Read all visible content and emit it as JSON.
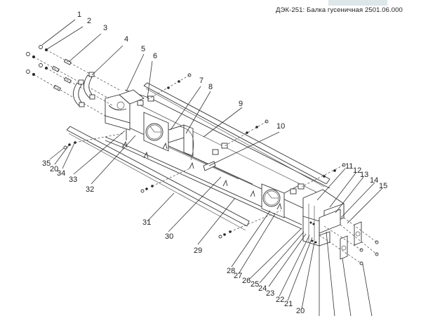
{
  "header": {
    "title": "ДЭК-251: Балка гусеничная 2501.06.000"
  },
  "diagram": {
    "type": "exploded-parts-view",
    "callouts": [
      {
        "id": "1",
        "label": "1"
      },
      {
        "id": "2",
        "label": "2"
      },
      {
        "id": "3",
        "label": "3"
      },
      {
        "id": "4",
        "label": "4"
      },
      {
        "id": "5",
        "label": "5"
      },
      {
        "id": "6",
        "label": "6"
      },
      {
        "id": "7",
        "label": "7"
      },
      {
        "id": "8",
        "label": "8"
      },
      {
        "id": "9",
        "label": "9"
      },
      {
        "id": "10",
        "label": "10"
      },
      {
        "id": "11",
        "label": "11"
      },
      {
        "id": "12",
        "label": "12"
      },
      {
        "id": "13",
        "label": "13"
      },
      {
        "id": "14",
        "label": "14"
      },
      {
        "id": "15",
        "label": "15"
      },
      {
        "id": "20a",
        "label": "20"
      },
      {
        "id": "20b",
        "label": "20"
      },
      {
        "id": "21",
        "label": "21"
      },
      {
        "id": "22",
        "label": "22"
      },
      {
        "id": "23",
        "label": "23"
      },
      {
        "id": "24",
        "label": "24"
      },
      {
        "id": "25",
        "label": "25"
      },
      {
        "id": "26",
        "label": "26"
      },
      {
        "id": "27",
        "label": "27"
      },
      {
        "id": "28",
        "label": "28"
      },
      {
        "id": "29",
        "label": "29"
      },
      {
        "id": "30",
        "label": "30"
      },
      {
        "id": "31",
        "label": "31"
      },
      {
        "id": "32",
        "label": "32"
      },
      {
        "id": "33",
        "label": "33"
      },
      {
        "id": "34",
        "label": "34"
      },
      {
        "id": "35",
        "label": "35"
      }
    ]
  }
}
